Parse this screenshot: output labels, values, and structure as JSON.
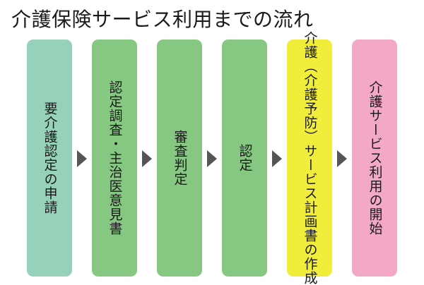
{
  "title": "介護保険サービス利用までの流れ",
  "steps": [
    {
      "label": "要介護認定の申請",
      "color": "#96d1b9"
    },
    {
      "label": "認定調査・主治医意見書",
      "color": "#86c881"
    },
    {
      "label": "審査判定",
      "color": "#86c881"
    },
    {
      "label": "認定",
      "color": "#86c881"
    },
    {
      "label": "介護（介護予防）サービス計画書の作成",
      "color": "#f1ee3b"
    },
    {
      "label": "介護サービス利用の開始",
      "color": "#f3a9c6"
    }
  ],
  "colors": {
    "arrow": "#555555",
    "text": "#1a1a1a"
  },
  "icons": {
    "arrow": "triangle-right-icon"
  }
}
